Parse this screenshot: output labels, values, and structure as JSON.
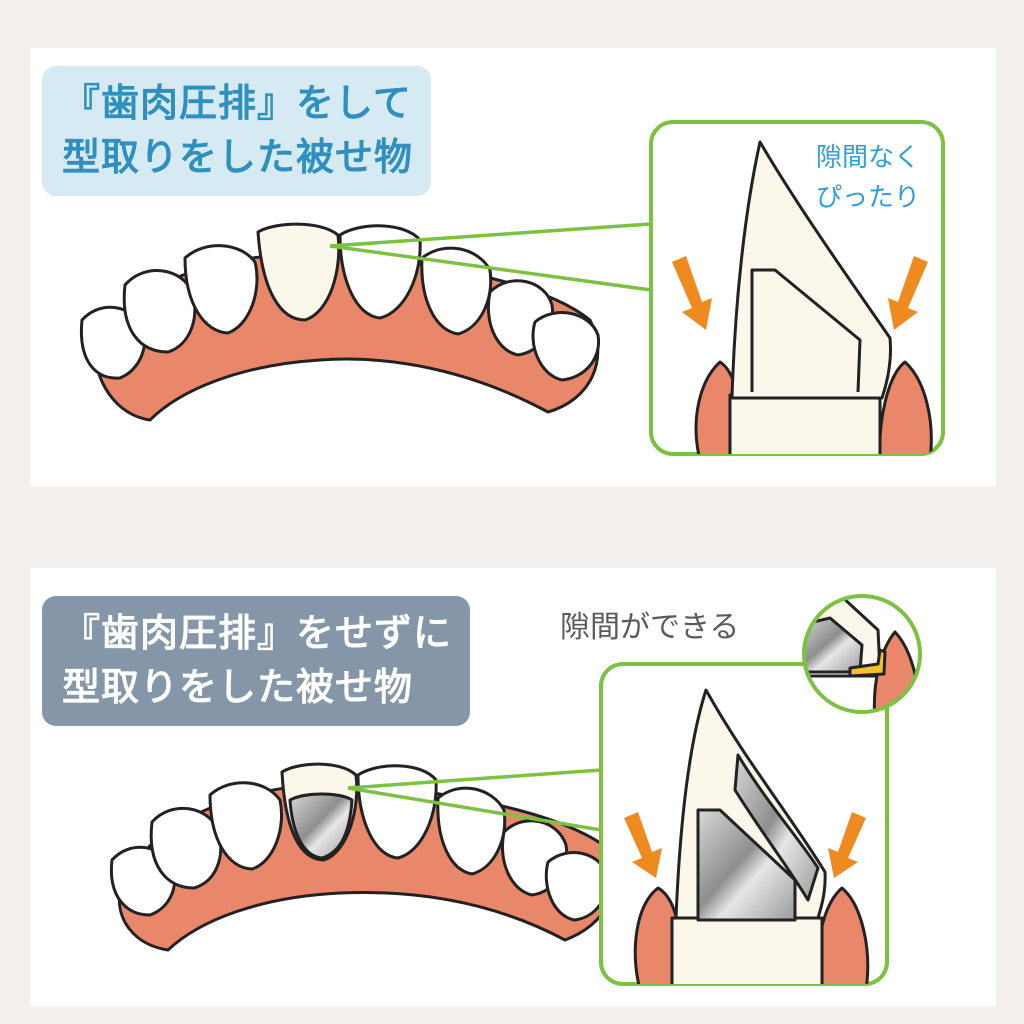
{
  "top": {
    "title_line1": "『歯肉圧排』をして",
    "title_line2": "型取りをした被せ物",
    "note_line1": "隙間なく",
    "note_line2": "ぴったり"
  },
  "bottom": {
    "title_line1": "『歯肉圧排』をせずに",
    "title_line2": "型取りをした被せ物",
    "note": "隙間ができる"
  },
  "colors": {
    "gum": "#e9876b",
    "tooth": "#ffffff",
    "crown": "#fbf7ea",
    "metal": "#a6a6a6",
    "arrow": "#ef8a21",
    "frame": "#7bc142",
    "gap": "#f2c12e"
  }
}
